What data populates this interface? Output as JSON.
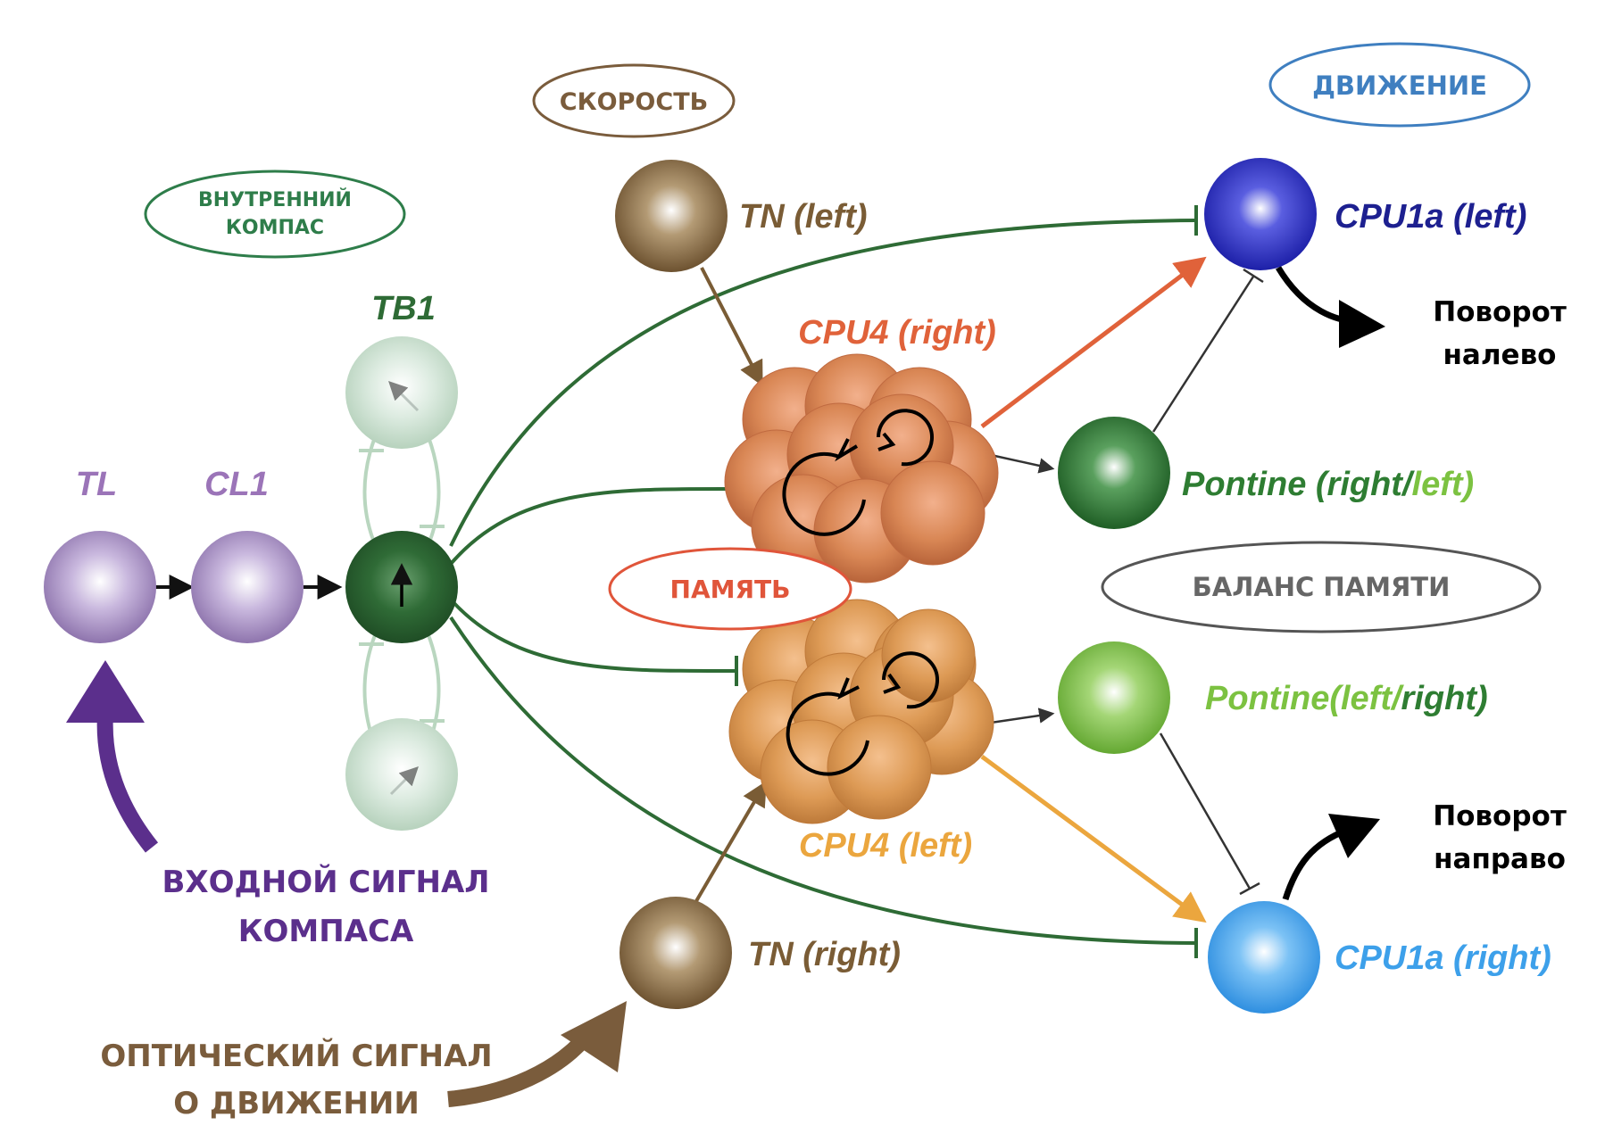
{
  "ovals": {
    "speed": "СКОРОСТЬ",
    "movement": "ДВИЖЕНИЕ",
    "compass_line1": "ВНУТРЕННИЙ",
    "compass_line2": "КОМПАС",
    "memory": "ПАМЯТЬ",
    "memory_balance": "БАЛАНС ПАМЯТИ"
  },
  "nodes": {
    "tl": "TL",
    "cl1": "CL1",
    "tb1": "TB1",
    "tn_left": "TN (left)",
    "tn_right": "TN (right)",
    "cpu4_right": "CPU4 (right)",
    "cpu4_left": "CPU4 (left)",
    "pontine_top_a": "Pontine (right/",
    "pontine_top_b": "left)",
    "pontine_bottom_a": "Pontine(left/",
    "pontine_bottom_b": "right)",
    "cpu1a_left": "CPU1a (left)",
    "cpu1a_right": "CPU1a (right)"
  },
  "captions": {
    "turn_left_1": "Поворот",
    "turn_left_2": "налево",
    "turn_right_1": "Поворот",
    "turn_right_2": "направо",
    "compass_input_1": "ВХОДНОЙ СИГНАЛ",
    "compass_input_2": "КОМПАСА",
    "optic_input_1": "ОПТИЧЕСКИЙ СИГНАЛ",
    "optic_input_2": "О ДВИЖЕНИИ"
  },
  "colors": {
    "tl_cl1": "#9b84b8",
    "tb1": "#2e6b35",
    "tb1_faded": "#c6dccb",
    "tn": "#7a5c35",
    "cpu4_right": "#d8804e",
    "cpu4_left": "#dc9450",
    "pontine_top": "#2e7d32",
    "pontine_bottom": "#7cc241",
    "cpu1a_left": "#2a2fc0",
    "cpu1a_right": "#3da0ea",
    "compass_purple": "#5b2f8c",
    "optic_brown": "#7a5c3c",
    "speed_oval": "#7a5c3c",
    "movement_oval": "#3f7fc0",
    "compass_oval": "#2e7d4a",
    "memory_oval": "#e0553a",
    "balance_oval": "#555555"
  }
}
